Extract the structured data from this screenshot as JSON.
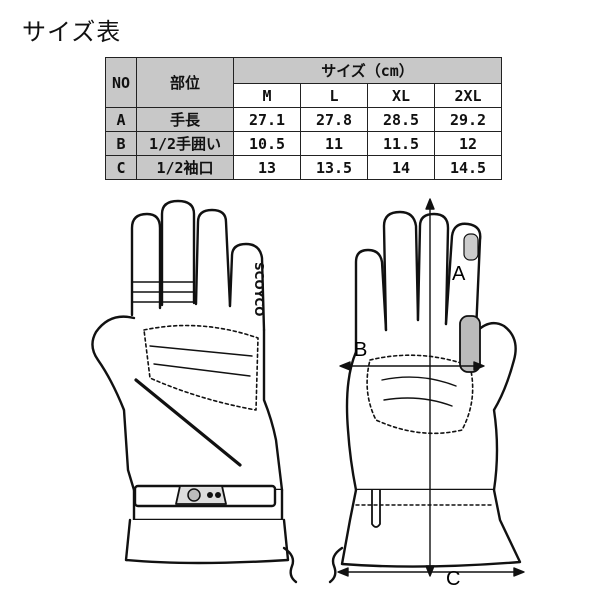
{
  "title": "サイズ表",
  "table": {
    "col_no": "NO",
    "col_part": "部位",
    "col_size": "サイズ（cm）",
    "sizes": [
      "M",
      "L",
      "XL",
      "2XL"
    ],
    "rows": [
      {
        "no": "A",
        "part": "手長",
        "values": [
          "27.1",
          "27.8",
          "28.5",
          "29.2"
        ]
      },
      {
        "no": "B",
        "part": "1/2手囲い",
        "values": [
          "10.5",
          "11",
          "11.5",
          "12"
        ]
      },
      {
        "no": "C",
        "part": "1/2袖口",
        "values": [
          "13",
          "13.5",
          "14",
          "14.5"
        ]
      }
    ]
  },
  "diagram": {
    "brand": "SCOYCO",
    "label_a": "A",
    "label_b": "B",
    "label_c": "C"
  }
}
